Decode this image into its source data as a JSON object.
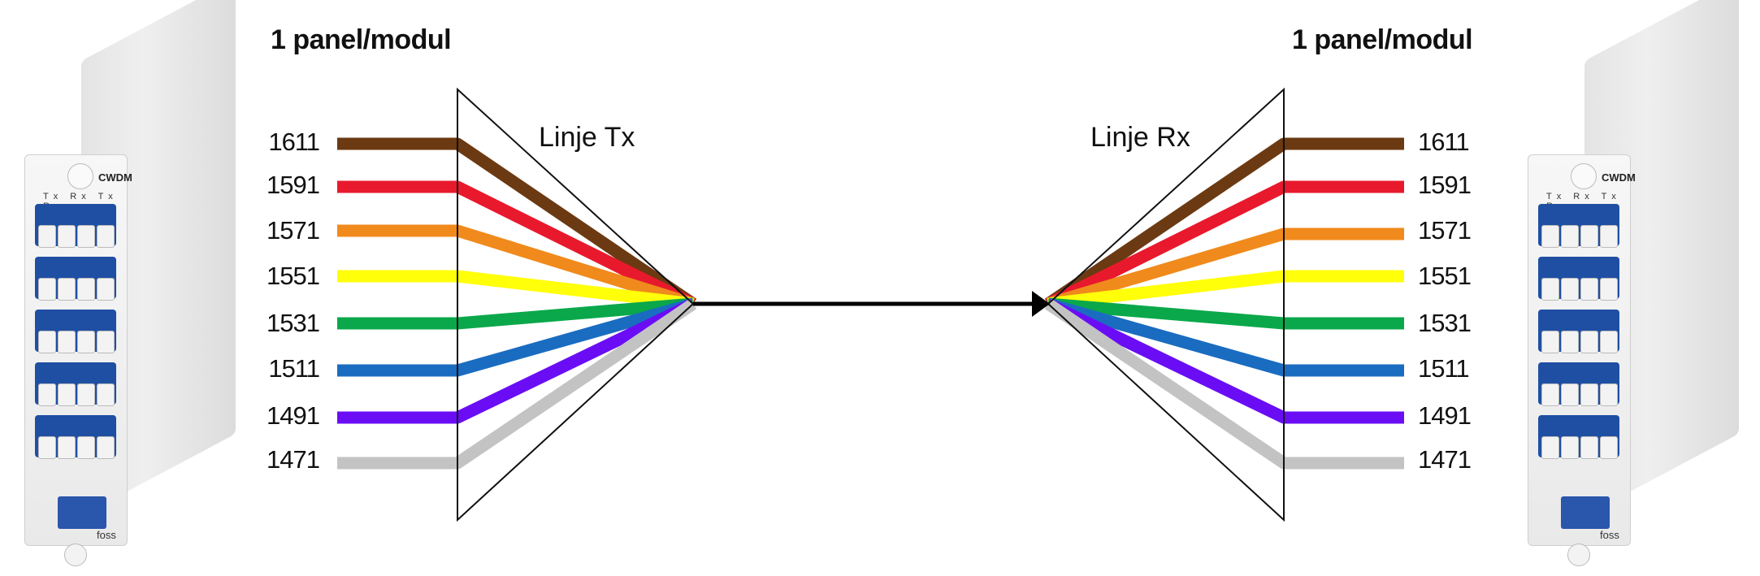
{
  "headings": {
    "left": "1 panel/modul",
    "right": "1 panel/modul"
  },
  "line_labels": {
    "tx": "Linje Tx",
    "rx": "Linje Rx"
  },
  "wavelengths": [
    {
      "label": "1611",
      "color": "#6b3a12"
    },
    {
      "label": "1591",
      "color": "#e8192c"
    },
    {
      "label": "1571",
      "color": "#f08a1c"
    },
    {
      "label": "1551",
      "color": "#ffff0a"
    },
    {
      "label": "1531",
      "color": "#0aa84a"
    },
    {
      "label": "1511",
      "color": "#1a6cc0"
    },
    {
      "label": "1491",
      "color": "#6a0df5"
    },
    {
      "label": "1471",
      "color": "#c3c3c3"
    }
  ],
  "module": {
    "brand": "CWDM",
    "ports": "Tx Rx Tx Rx",
    "logo": "foss"
  }
}
